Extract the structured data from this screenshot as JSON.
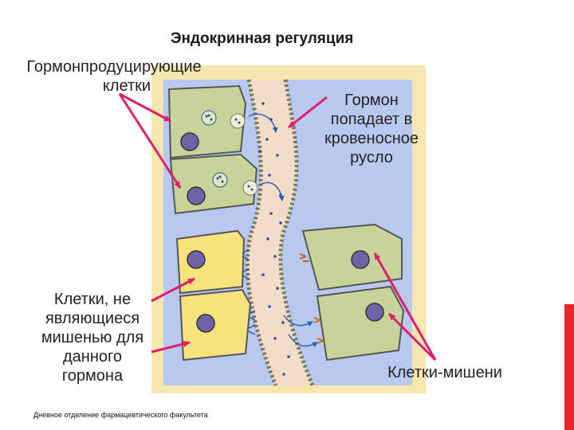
{
  "slide": {
    "title": "Эндокринная регуляция",
    "footer": "Дневное отделение фармацевтического факультета"
  },
  "labels": {
    "producing_cells_line1": "Гормонпродуцирующие",
    "producing_cells_line2": "клетки",
    "hormone_line1": "Гормон",
    "hormone_line2": "попадает в",
    "hormone_line3": "кровеносное",
    "hormone_line4": "русло",
    "nontarget_line1": "Клетки, не",
    "nontarget_line2": "являющиеся",
    "nontarget_line3": "мишенью для",
    "nontarget_line4": "данного",
    "nontarget_line5": "гормона",
    "target_cells": "Клетки-мишени"
  },
  "colors": {
    "accent_red": "#e0206a",
    "slide_bar": "#e8262a",
    "frame_bg": "#f6e6b0",
    "tissue_blue": "#b8c8ee",
    "vessel": "#f3dcc8",
    "producing_cell": "#c8d39a",
    "nontarget_cell": "#f7e27e",
    "target_cell": "#c8d39a",
    "nucleus": "#6d64a8"
  }
}
